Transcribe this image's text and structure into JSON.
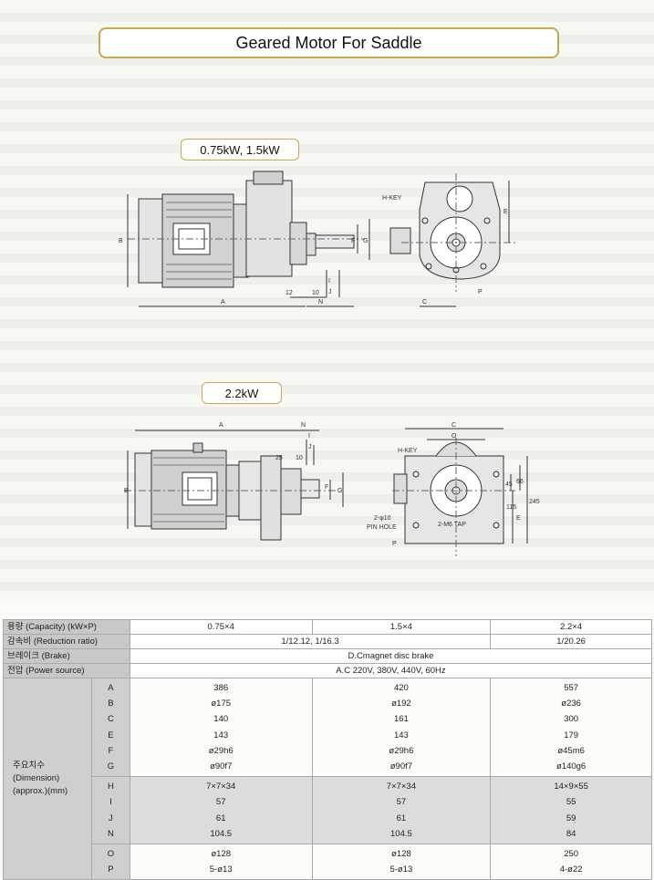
{
  "title": "Geared Motor For Saddle",
  "section1_label": "0.75kW, 1.5kW",
  "section2_label": "2.2kW",
  "drawing1": {
    "dims": [
      "B",
      "A",
      "12",
      "10",
      "N",
      "I",
      "J",
      "F",
      "G",
      "H-KEY",
      "C",
      "E",
      "P"
    ]
  },
  "drawing2": {
    "dims": [
      "A",
      "N",
      "I",
      "J",
      "25",
      "10",
      "F",
      "G",
      "B",
      "C",
      "O",
      "H-KEY",
      "45",
      "66",
      "115",
      "245",
      "E",
      "2-φ10",
      "PIN HOLE",
      "2-M6 TAP",
      "P"
    ]
  },
  "table": {
    "capacity": {
      "label": "용량 (Capacity) (kW×P)",
      "v1": "0.75×4",
      "v2": "1.5×4",
      "v3": "2.2×4"
    },
    "reduction": {
      "label": "감속비 (Reduction ratio)",
      "v12": "1/12.12, 1/16.3",
      "v3": "1/20.26"
    },
    "brake": {
      "label": "브레이크 (Brake)",
      "value": "D.Cmagnet disc brake"
    },
    "power": {
      "label": "전압 (Power source)",
      "value": "A.C 220V, 380V, 440V, 60Hz"
    },
    "dim_label_1": "주요치수",
    "dim_label_2": "(Dimension)",
    "dim_label_3": "(approx.)(mm)",
    "group1": {
      "letters": [
        "A",
        "B",
        "C",
        "E",
        "F",
        "G"
      ],
      "col1": [
        "386",
        "ø175",
        "140",
        "143",
        "ø29h6",
        "ø90f7"
      ],
      "col2": [
        "420",
        "ø192",
        "161",
        "143",
        "ø29h6",
        "ø90f7"
      ],
      "col3": [
        "557",
        "ø236",
        "300",
        "179",
        "ø45m6",
        "ø140g6"
      ]
    },
    "group2": {
      "letters": [
        "H",
        "I",
        "J",
        "N"
      ],
      "col1": [
        "7×7×34",
        "57",
        "61",
        "104.5"
      ],
      "col2": [
        "7×7×34",
        "57",
        "61",
        "104.5"
      ],
      "col3": [
        "14×9×55",
        "55",
        "59",
        "84"
      ]
    },
    "group3": {
      "letters": [
        "O",
        "P"
      ],
      "col1": [
        "ø128",
        "5-ø13"
      ],
      "col2": [
        "ø128",
        "5-ø13"
      ],
      "col3": [
        "250",
        "4-ø22"
      ]
    }
  }
}
